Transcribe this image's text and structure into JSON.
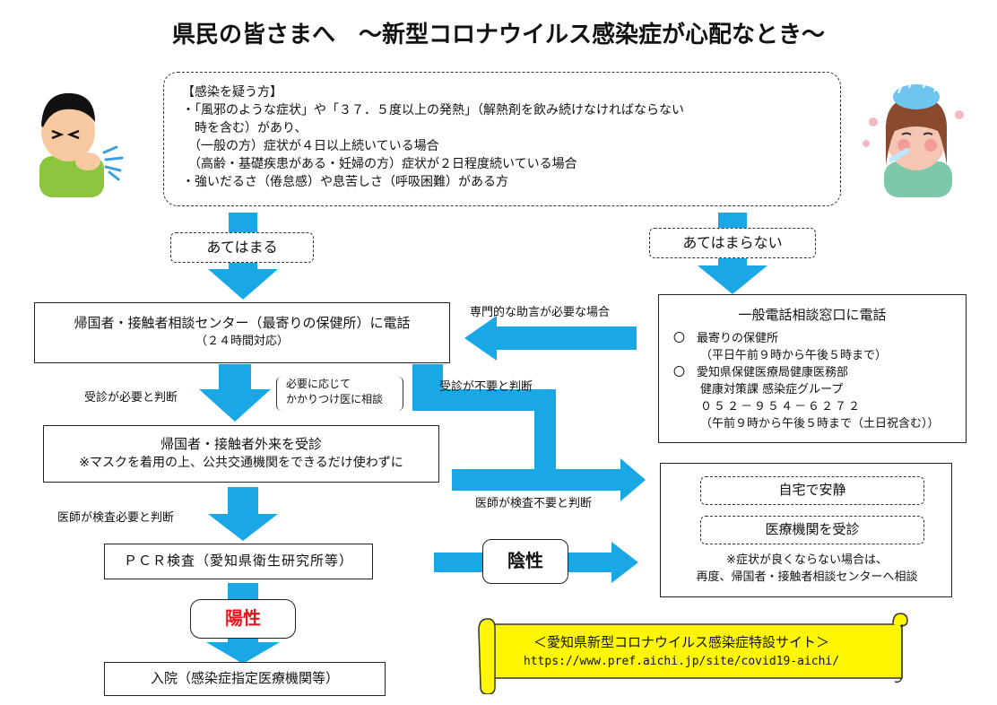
{
  "title": "県民の皆さまへ　～新型コロナウイルス感染症が心配なとき～",
  "criteria": {
    "heading": "【感染を疑う方】",
    "lines": [
      "・「風邪のような症状」や「３７．５度以上の発熱」（解熱剤を飲み続けなければならない",
      "　時を含む）があり、",
      "　（一般の方）症状が４日以上続いている場合",
      "　（高齢・基礎疾患がある・妊婦の方）症状が２日程度続いている場合",
      "・強いだるさ（倦怠感）や息苦しさ（呼吸困難）がある方"
    ]
  },
  "branch_yes": "あてはまる",
  "branch_no": "あてはまらない",
  "center": {
    "title": "帰国者・接触者相談センター（最寄りの保健所）に電話",
    "sub": "（２４時間対応）"
  },
  "general_line": {
    "title": "一般電話相談窓口に電話",
    "item1_mark": "〇",
    "item1_name": "最寄りの保健所",
    "item1_hours": "（平日午前９時から午後５時まで）",
    "item2_mark": "〇",
    "item2_name": "愛知県保健医療局健康医務部",
    "item2_dept": "健康対策課 感染症グループ",
    "item2_phone": "０５２－９５４－６２７２",
    "item2_hours": "（午前９時から午後５時まで（土日祝含む））"
  },
  "labels": {
    "expert_advice": "専門的な助言が必要な場合",
    "consult_needed": "受診が必要と判断",
    "family_doctor_1": "必要に応じて",
    "family_doctor_2": "かかりつけ医に相談",
    "consult_unneeded": "受診が不要と判断",
    "doctor_test_needed": "医師が検査必要と判断",
    "doctor_test_unneeded": "医師が検査不要と判断"
  },
  "outpatient": {
    "title": "帰国者・接触者外来を受診",
    "sub": "※マスクを着用の上、公共交通機関をできるだけ使わずに"
  },
  "pcr": "ＰＣＲ検査（愛知県衛生研究所等）",
  "negative": "陰性",
  "positive": "陽性",
  "hospital": "入院（感染症指定医療機関等）",
  "home": {
    "rest": "自宅で安静",
    "visit": "医療機関を受診",
    "note1": "※症状が良くならない場合は、",
    "note2": "再度、帰国者・接触者相談センターへ相談"
  },
  "site": {
    "name": "＜愛知県新型コロナウイルス感染症特設サイト＞",
    "url": "https://www.pref.aichi.jp/site/covid19-aichi/"
  },
  "colors": {
    "arrow": "#1aa7e6",
    "scroll": "#fff700",
    "positive": "#e8141b",
    "text": "#111111"
  }
}
